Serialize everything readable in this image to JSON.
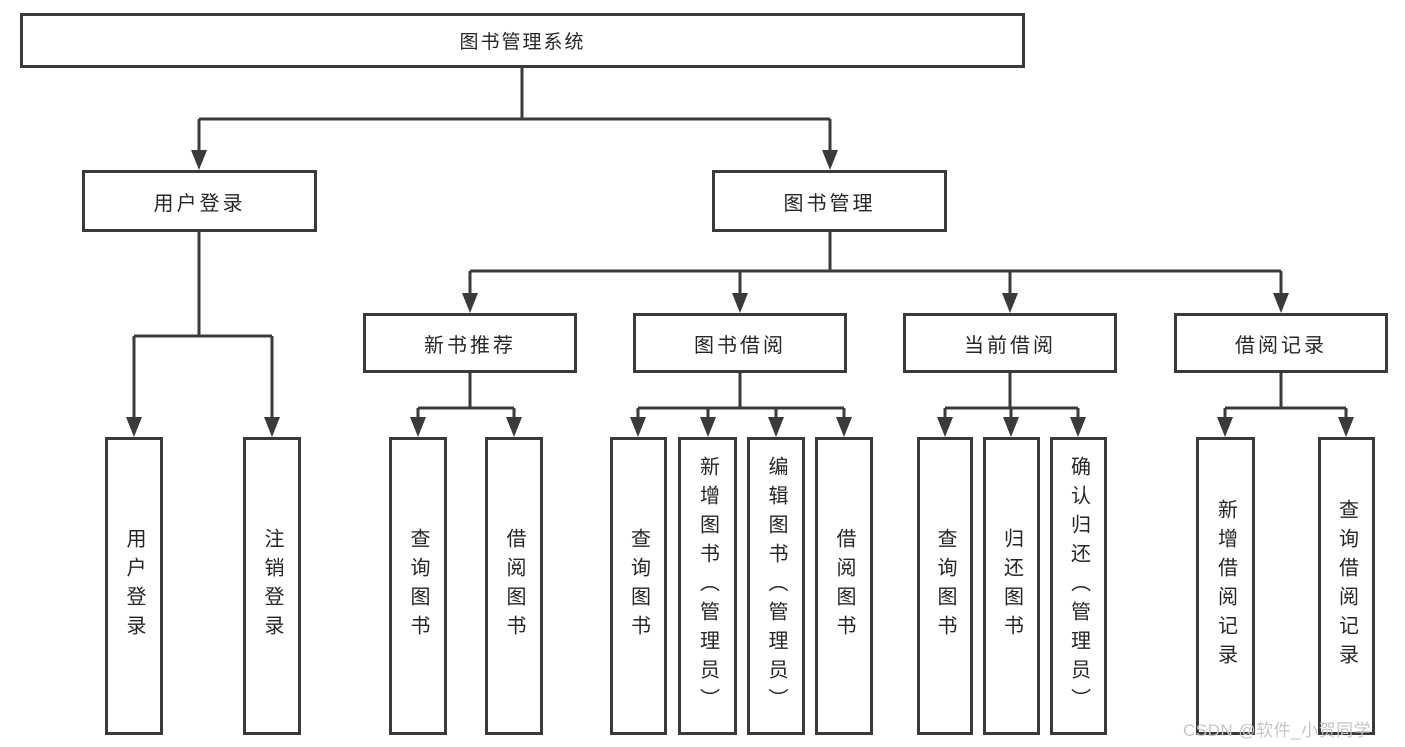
{
  "diagram_title": "图书管理系统",
  "watermark": "CSDN @软件_小贺同学",
  "colors": {
    "line": "#3a3a3a",
    "text": "#262626",
    "watermark": "#c6c6c6",
    "background": "#ffffff"
  },
  "nodes": {
    "root": "图书管理系统",
    "user_login": "用户登录",
    "book_mgmt": "图书管理",
    "new_book_rec": "新书推荐",
    "book_borrow": "图书借阅",
    "current_borrow": "当前借阅",
    "borrow_records": "借阅记录",
    "leaf_user_login": "用户登录",
    "leaf_logout": "注销登录",
    "leaf_rec_query_books": "查询图书",
    "leaf_rec_borrow_books": "借阅图书",
    "leaf_bb_query_books": "查询图书",
    "leaf_bb_add_books": "新增图书（管理员）",
    "leaf_bb_edit_books": "编辑图书（管理员）",
    "leaf_bb_borrow_books": "借阅图书",
    "leaf_cb_query_books": "查询图书",
    "leaf_cb_return_books": "归还图书",
    "leaf_cb_confirm_return": "确认归还（管理员）",
    "leaf_br_add_record": "新增借阅记录",
    "leaf_br_query_record": "查询借阅记录"
  },
  "hierarchy": {
    "root": "图书管理系统",
    "children": [
      {
        "label": "用户登录",
        "children": [
          "用户登录",
          "注销登录"
        ]
      },
      {
        "label": "图书管理",
        "children": [
          {
            "label": "新书推荐",
            "children": [
              "查询图书",
              "借阅图书"
            ]
          },
          {
            "label": "图书借阅",
            "children": [
              "查询图书",
              "新增图书（管理员）",
              "编辑图书（管理员）",
              "借阅图书"
            ]
          },
          {
            "label": "当前借阅",
            "children": [
              "查询图书",
              "归还图书",
              "确认归还（管理员）"
            ]
          },
          {
            "label": "借阅记录",
            "children": [
              "新增借阅记录",
              "查询借阅记录"
            ]
          }
        ]
      }
    ]
  }
}
